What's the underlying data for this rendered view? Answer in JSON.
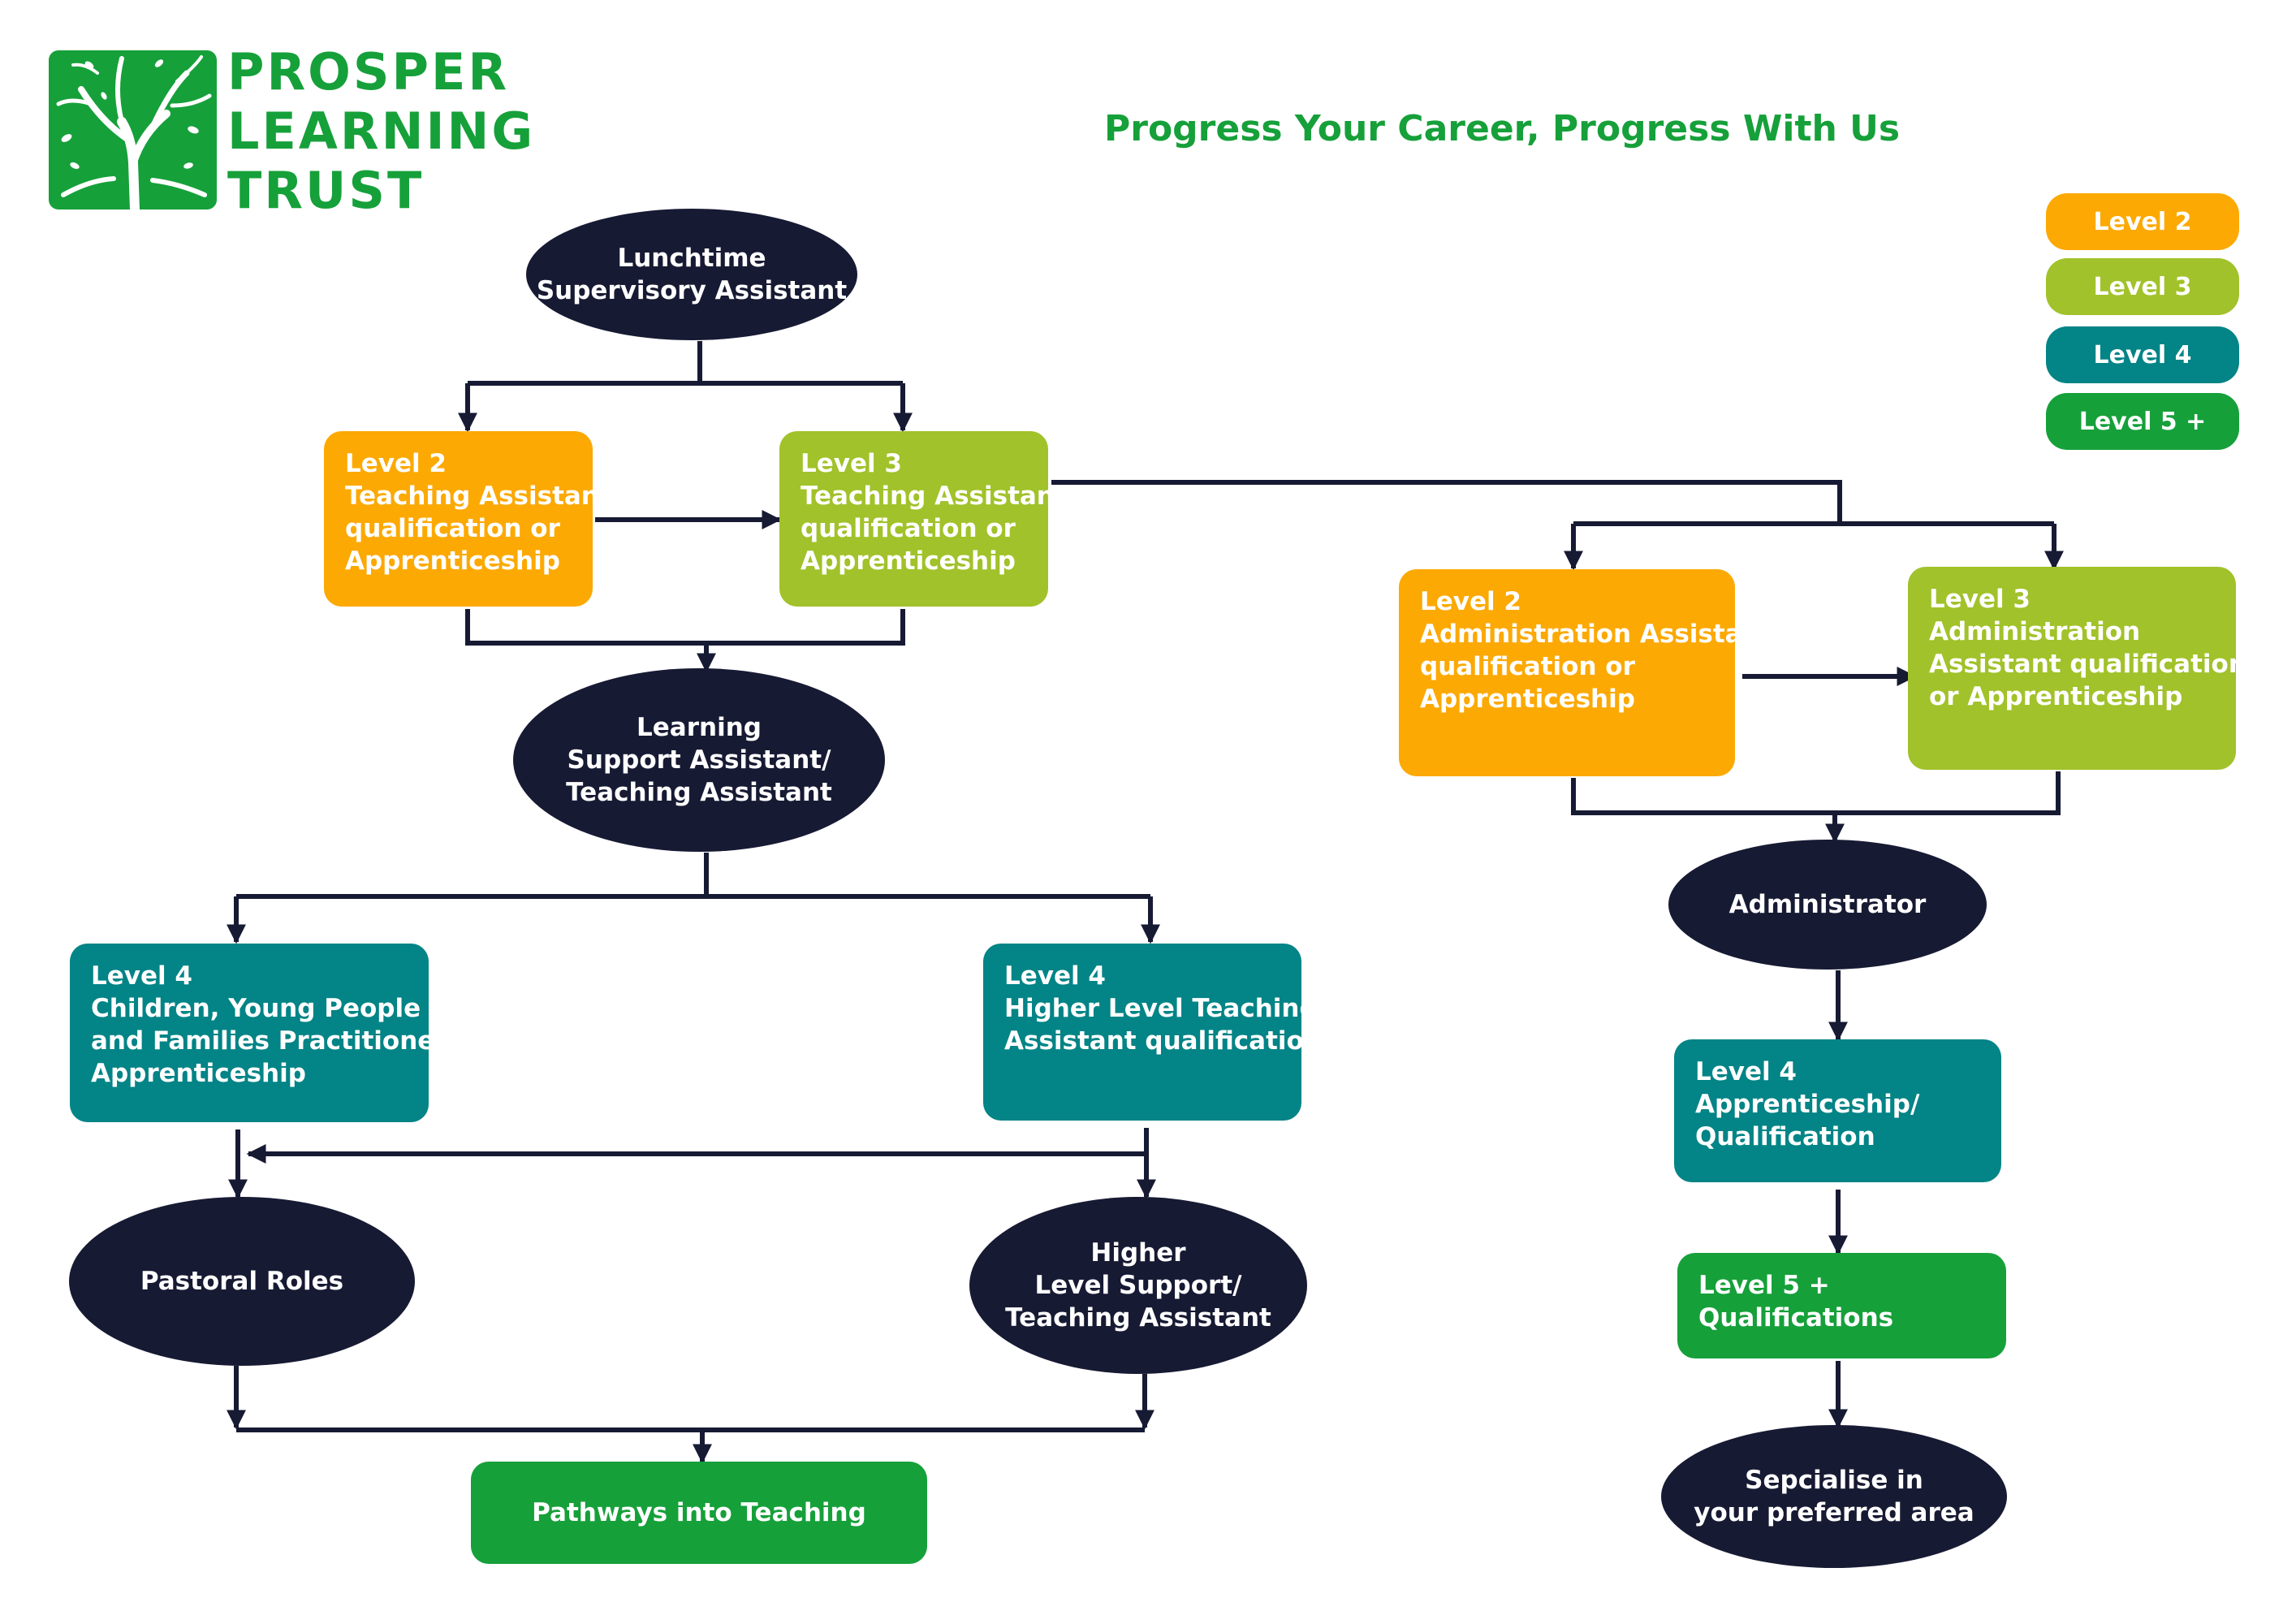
{
  "colors": {
    "level2": "#fca904",
    "level3": "#a1c22a",
    "level4": "#038486",
    "level5": "#16a03a",
    "role": "#171a33",
    "brand": "#16a03a",
    "connector": "#171a33"
  },
  "logo": {
    "icon": "tree-icon",
    "lines": [
      "PROSPER",
      "LEARNING",
      "TRUST"
    ]
  },
  "headline": "Progress Your Career, Progress With Us",
  "legend": [
    "Level 2",
    "Level 3",
    "Level 4",
    "Level 5 +"
  ],
  "roles": {
    "lunchtime": [
      "Lunchtime",
      "Supervisory Assistant"
    ],
    "learning_support": [
      "Learning",
      "Support Assistant/",
      "Teaching Assistant"
    ],
    "pastoral": [
      "Pastoral Roles"
    ],
    "higher_level_support": [
      "Higher",
      "Level Support/",
      "Teaching  Assistant"
    ],
    "administrator": [
      "Administrator"
    ],
    "specialise": [
      "Sepcialise in",
      "your preferred area"
    ]
  },
  "qualifications": {
    "ta_level2": [
      "Level 2",
      "Teaching Assistant",
      "qualification or",
      "Apprenticeship"
    ],
    "ta_level3": [
      "Level 3",
      "Teaching Assistant",
      "qualification or",
      "Apprenticeship"
    ],
    "admin_level2": [
      "Level 2",
      "Administration Assistant",
      "qualification or",
      "Apprenticeship"
    ],
    "admin_level3": [
      "Level 3",
      "Administration",
      "Assistant  qualification",
      "or Apprenticeship"
    ],
    "cyp_level4": [
      "Level 4",
      "Children, Young People",
      "and Families Practitioner",
      "Apprenticeship"
    ],
    "hlta_level4": [
      "Level 4",
      "Higher Level Teaching",
      "Assistant qualification"
    ],
    "admin_level4": [
      "Level 4",
      "Apprenticeship/",
      "Qualification"
    ],
    "admin_level5": [
      "Level 5 +",
      "Qualifications"
    ],
    "pathways": [
      "Pathways into Teaching"
    ]
  }
}
